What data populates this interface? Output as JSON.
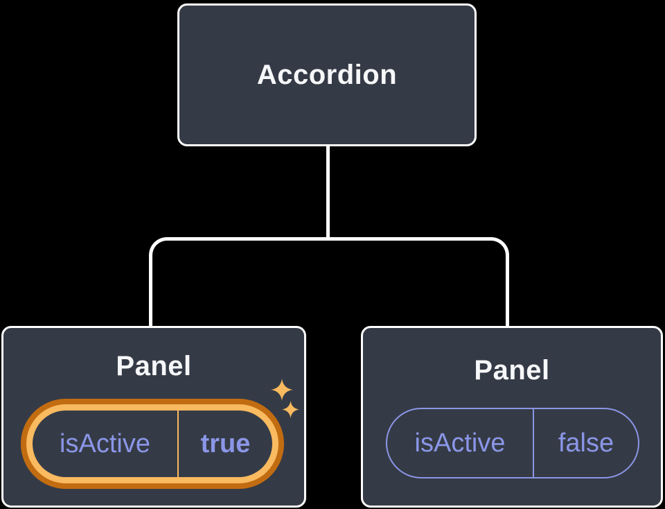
{
  "tree": {
    "root": {
      "label": "Accordion"
    },
    "children": [
      {
        "label": "Panel",
        "prop_name": "isActive",
        "prop_value": "true",
        "highlighted": true
      },
      {
        "label": "Panel",
        "prop_name": "isActive",
        "prop_value": "false",
        "highlighted": false
      }
    ]
  },
  "icons": {
    "sparkle_large": "sparkle-icon",
    "sparkle_small": "sparkle-icon"
  },
  "colors": {
    "background": "#000000",
    "node_fill": "#353B46",
    "node_border": "#FFFFFF",
    "node_text": "#F6F7F9",
    "prop_text": "#8B96E8",
    "prop_border": "#8B96E8",
    "connector": "#FFFFFF",
    "highlight_outer": "#C26C12",
    "highlight_inner": "#F9BA60",
    "sparkle": "#F9BA60"
  }
}
